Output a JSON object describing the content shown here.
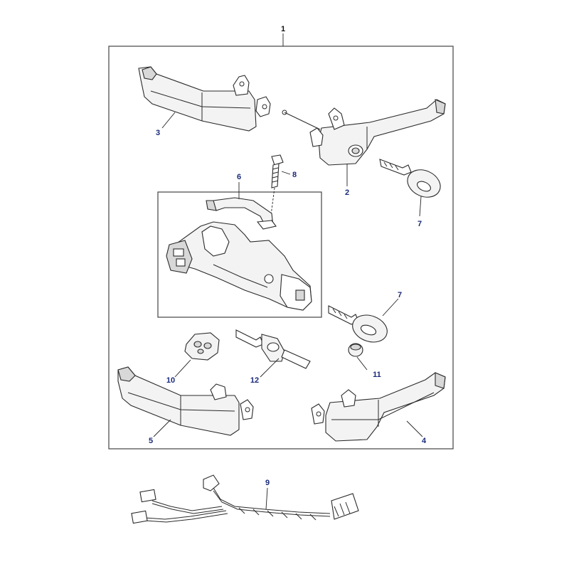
{
  "callouts": {
    "c1": "1",
    "c2": "2",
    "c3": "3",
    "c4": "4",
    "c5": "5",
    "c6": "6",
    "c7a": "7",
    "c7b": "7",
    "c8": "8",
    "c9": "9",
    "c10": "10",
    "c11": "11",
    "c12": "12"
  },
  "colors": {
    "callout_text": "#1a2a7a",
    "callout_text_dark": "#111111",
    "line": "#2a2a2a"
  }
}
